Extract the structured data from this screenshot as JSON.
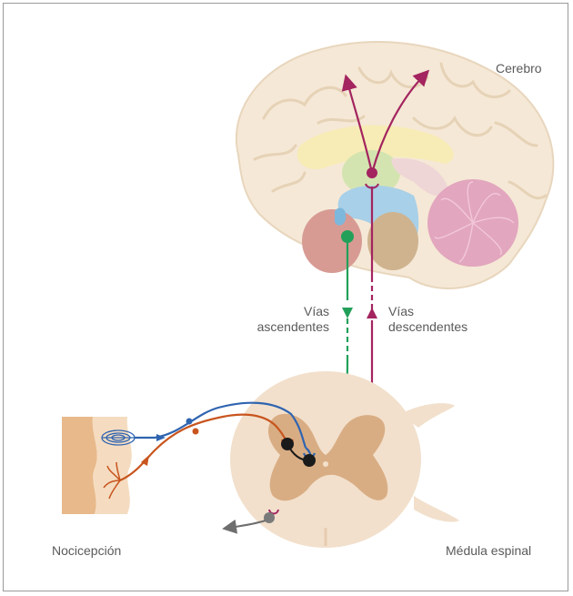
{
  "labels": {
    "brain": "Cerebro",
    "ascending": "Vías\nascendentes",
    "descending": "Vías\ndescendentes",
    "nociception": "Nocicepción",
    "spinal_cord": "Médula espinal"
  },
  "colors": {
    "ascending_pathway": "#22a05a",
    "descending_pathway": "#a3245f",
    "sensory_fiber_blue": "#2f64b0",
    "sensory_fiber_orange": "#c8551e",
    "efferent_gray": "#6e6e6e",
    "skin": "#e8b98a",
    "spinal_gray_matter": "#d9ad84",
    "spinal_white_matter": "#f2e0cc",
    "brain_cortex": "#f5e8d6"
  }
}
